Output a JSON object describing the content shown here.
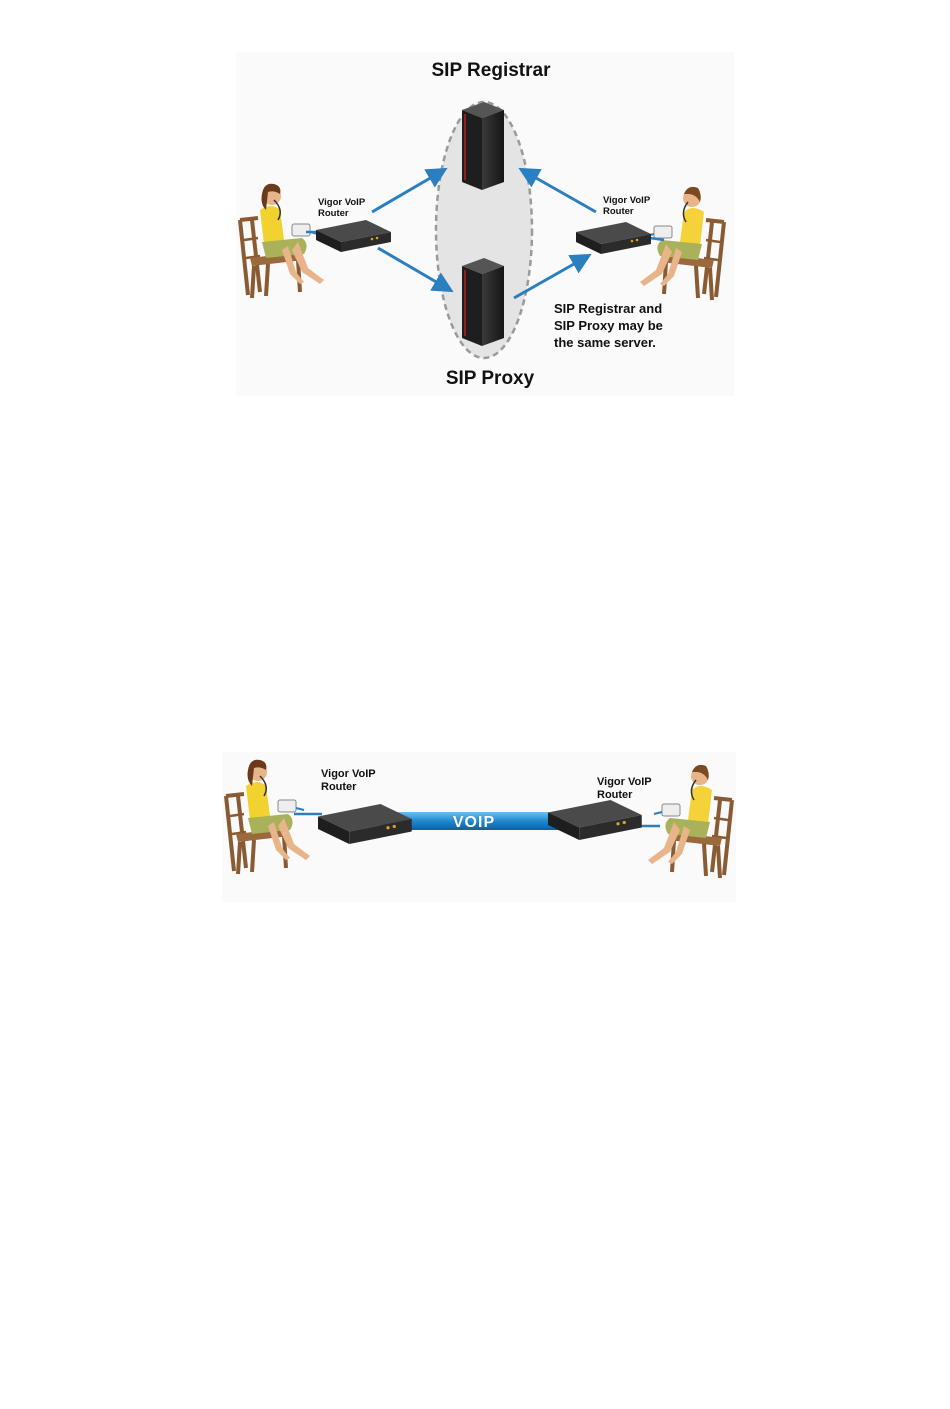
{
  "diagram1": {
    "registrar_label": "SIP Registrar",
    "proxy_label": "SIP Proxy",
    "left_router_label": [
      "Vigor VoIP",
      "Router"
    ],
    "right_router_label": [
      "Vigor VoIP",
      "Router"
    ],
    "note_lines": [
      "SIP Registrar and",
      "SIP Proxy may be",
      "the same server."
    ]
  },
  "diagram2": {
    "left_router_label": [
      "Vigor VoIP",
      "Router"
    ],
    "right_router_label": [
      "Vigor VoIP",
      "Router"
    ],
    "link_label": "VOIP"
  },
  "colors": {
    "arrow": "#2a7fc0",
    "cloud_fill": "#e4e4e4",
    "cloud_stroke": "#9a9a9a",
    "server_body": "#2a2a2a",
    "server_accent": "#b02020",
    "router_body": "#2b2b2b",
    "link_blue": "#1e88d0",
    "chair": "#8a5a33",
    "skin": "#e8b48a",
    "shirt_woman": "#f2d22e",
    "shirt_man": "#f5d23a",
    "shorts": "#a9b25a",
    "hair_woman": "#6a3a1a",
    "hair_man": "#7a4a20"
  }
}
